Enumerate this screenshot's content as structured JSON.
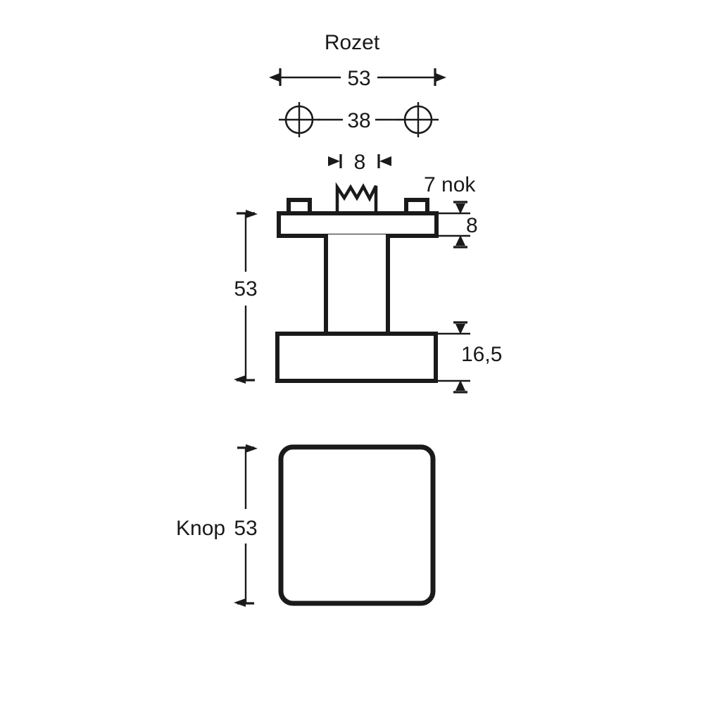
{
  "drawing": {
    "title_rozet": "Rozet",
    "label_knop": "Knop",
    "background_color": "#ffffff",
    "line_color": "#1a1a1a",
    "sections": {
      "rosette_plan": {
        "name": "Rozet",
        "width_dimension": "53",
        "hole_spacing_dimension": "38",
        "hole_diameter_dimension": "8",
        "hole_count": 2
      },
      "knob_profile": {
        "height_dimension": "53",
        "plate_thickness_dimension": "8",
        "base_thickness_dimension": "16,5",
        "nub_note": "7 nok",
        "nub_count": 2
      },
      "knob_front": {
        "name": "Knop",
        "size_dimension": "53"
      }
    }
  }
}
